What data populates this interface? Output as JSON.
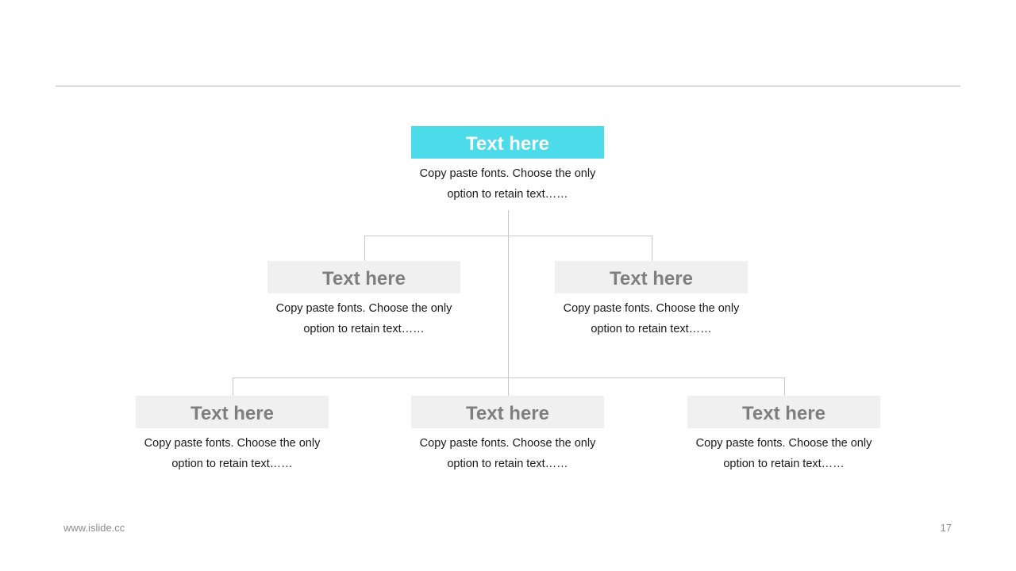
{
  "diagram": {
    "root": {
      "title": "Text here",
      "desc_line1": "Copy paste fonts. Choose the only",
      "desc_line2": "option to retain text……"
    },
    "level2": [
      {
        "title": "Text here",
        "desc_line1": "Copy paste fonts. Choose the only",
        "desc_line2": "option to retain text……"
      },
      {
        "title": "Text here",
        "desc_line1": "Copy paste fonts. Choose the only",
        "desc_line2": "option to retain text……"
      }
    ],
    "level3": [
      {
        "title": "Text here",
        "desc_line1": "Copy paste fonts. Choose the only",
        "desc_line2": "option to retain text……"
      },
      {
        "title": "Text here",
        "desc_line1": "Copy paste fonts. Choose the only",
        "desc_line2": "option to retain text……"
      },
      {
        "title": "Text here",
        "desc_line1": "Copy paste fonts. Choose the only",
        "desc_line2": "option to retain text……"
      }
    ]
  },
  "footer": {
    "url": "www.islide.cc",
    "page_number": "17"
  },
  "colors": {
    "accent": "#4cdbe8",
    "secondary_box": "#f0f0f0",
    "secondary_text": "#7f7f7f",
    "connector": "#c8c8c8"
  }
}
